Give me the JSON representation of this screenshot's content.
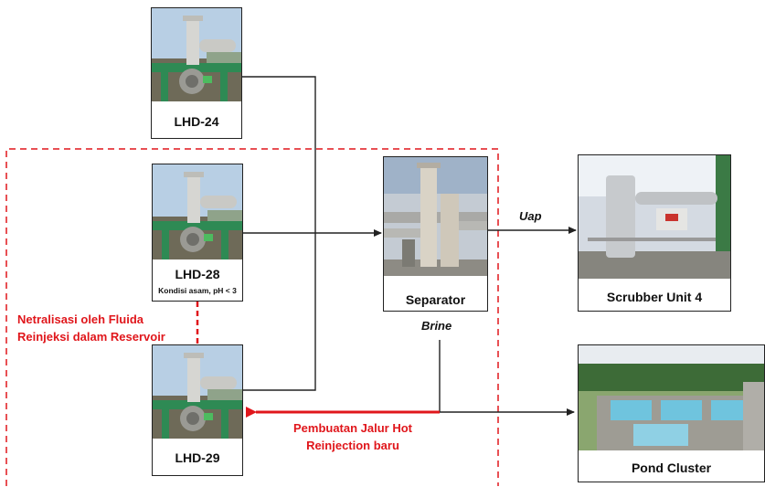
{
  "nodes": {
    "lhd24": {
      "label": "LHD-24"
    },
    "lhd28": {
      "label": "LHD-28",
      "sublabel": "Kondisi asam, pH < 3"
    },
    "lhd29": {
      "label": "LHD-29"
    },
    "separator": {
      "label": "Separator"
    },
    "scrubber": {
      "label": "Scrubber Unit 4"
    },
    "pond": {
      "label": "Pond Cluster"
    }
  },
  "flows": {
    "steam_label": "Uap",
    "brine_label": "Brine"
  },
  "annotations": {
    "neutralization_line1": "Netralisasi oleh Fluida",
    "neutralization_line2": "Reinjeksi dalam Reservoir",
    "new_line_line1": "Pembuatan Jalur Hot",
    "new_line_line2": "Reinjection baru"
  },
  "colors": {
    "highlight_red": "#e0161b",
    "line": "#222222"
  }
}
